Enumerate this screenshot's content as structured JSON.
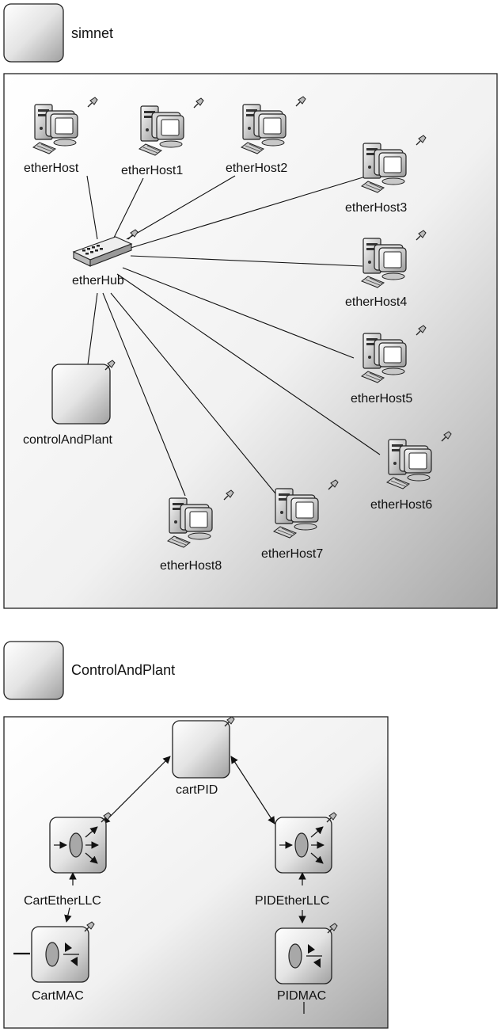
{
  "simnet": {
    "title": "simnet",
    "nodes": {
      "etherHost": "etherHost",
      "etherHost1": "etherHost1",
      "etherHost2": "etherHost2",
      "etherHost3": "etherHost3",
      "etherHost4": "etherHost4",
      "etherHost5": "etherHost5",
      "etherHost6": "etherHost6",
      "etherHost7": "etherHost7",
      "etherHost8": "etherHost8",
      "etherHub": "etherHub",
      "controlAndPlant": "controlAndPlant"
    }
  },
  "control": {
    "title": "ControlAndPlant",
    "nodes": {
      "cartPID": "cartPID",
      "cartEtherLLC": "CartEtherLLC",
      "pidEtherLLC": "PIDEtherLLC",
      "cartMAC": "CartMAC",
      "pidMAC": "PIDMAC"
    }
  },
  "icons": {
    "host": "computer-icon",
    "hub": "ethernet-hub-icon",
    "module": "compound-module-icon",
    "llc": "llc-module-icon",
    "mac": "mac-module-icon",
    "pin": "pin-icon"
  }
}
